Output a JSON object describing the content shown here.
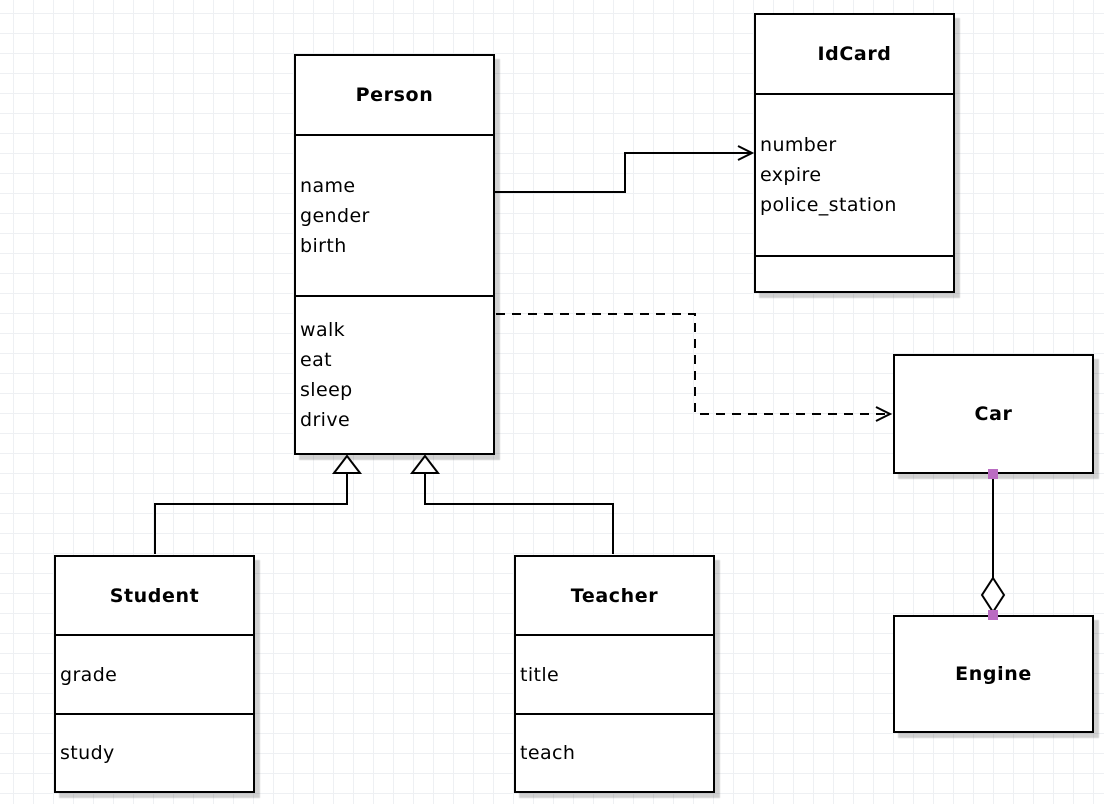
{
  "diagram": {
    "classes": {
      "person": {
        "name": "Person",
        "attributes": [
          "name",
          "gender",
          "birth"
        ],
        "methods": [
          "walk",
          "eat",
          "sleep",
          "drive"
        ]
      },
      "idcard": {
        "name": "IdCard",
        "attributes": [
          "number",
          "expire",
          "police_station"
        ],
        "methods": []
      },
      "car": {
        "name": "Car",
        "attributes": [],
        "methods": []
      },
      "engine": {
        "name": "Engine",
        "attributes": [],
        "methods": []
      },
      "student": {
        "name": "Student",
        "attributes": [
          "grade"
        ],
        "methods": [
          "study"
        ]
      },
      "teacher": {
        "name": "Teacher",
        "attributes": [
          "title"
        ],
        "methods": [
          "teach"
        ]
      }
    },
    "relationships": [
      {
        "from": "Person",
        "to": "IdCard",
        "type": "association",
        "line": "solid",
        "arrow": "open"
      },
      {
        "from": "Person",
        "to": "Car",
        "type": "dependency",
        "line": "dashed",
        "arrow": "open"
      },
      {
        "from": "Student",
        "to": "Person",
        "type": "generalization",
        "line": "solid",
        "arrow": "hollow-triangle"
      },
      {
        "from": "Teacher",
        "to": "Person",
        "type": "generalization",
        "line": "solid",
        "arrow": "hollow-triangle"
      },
      {
        "from": "Car",
        "to": "Engine",
        "type": "aggregation",
        "line": "solid",
        "arrow": "hollow-diamond"
      }
    ],
    "colors": {
      "connection_point": "#ba6bc2",
      "line": "#000000",
      "box_fill": "#ffffff",
      "grid_line": "#eef0f3"
    }
  }
}
